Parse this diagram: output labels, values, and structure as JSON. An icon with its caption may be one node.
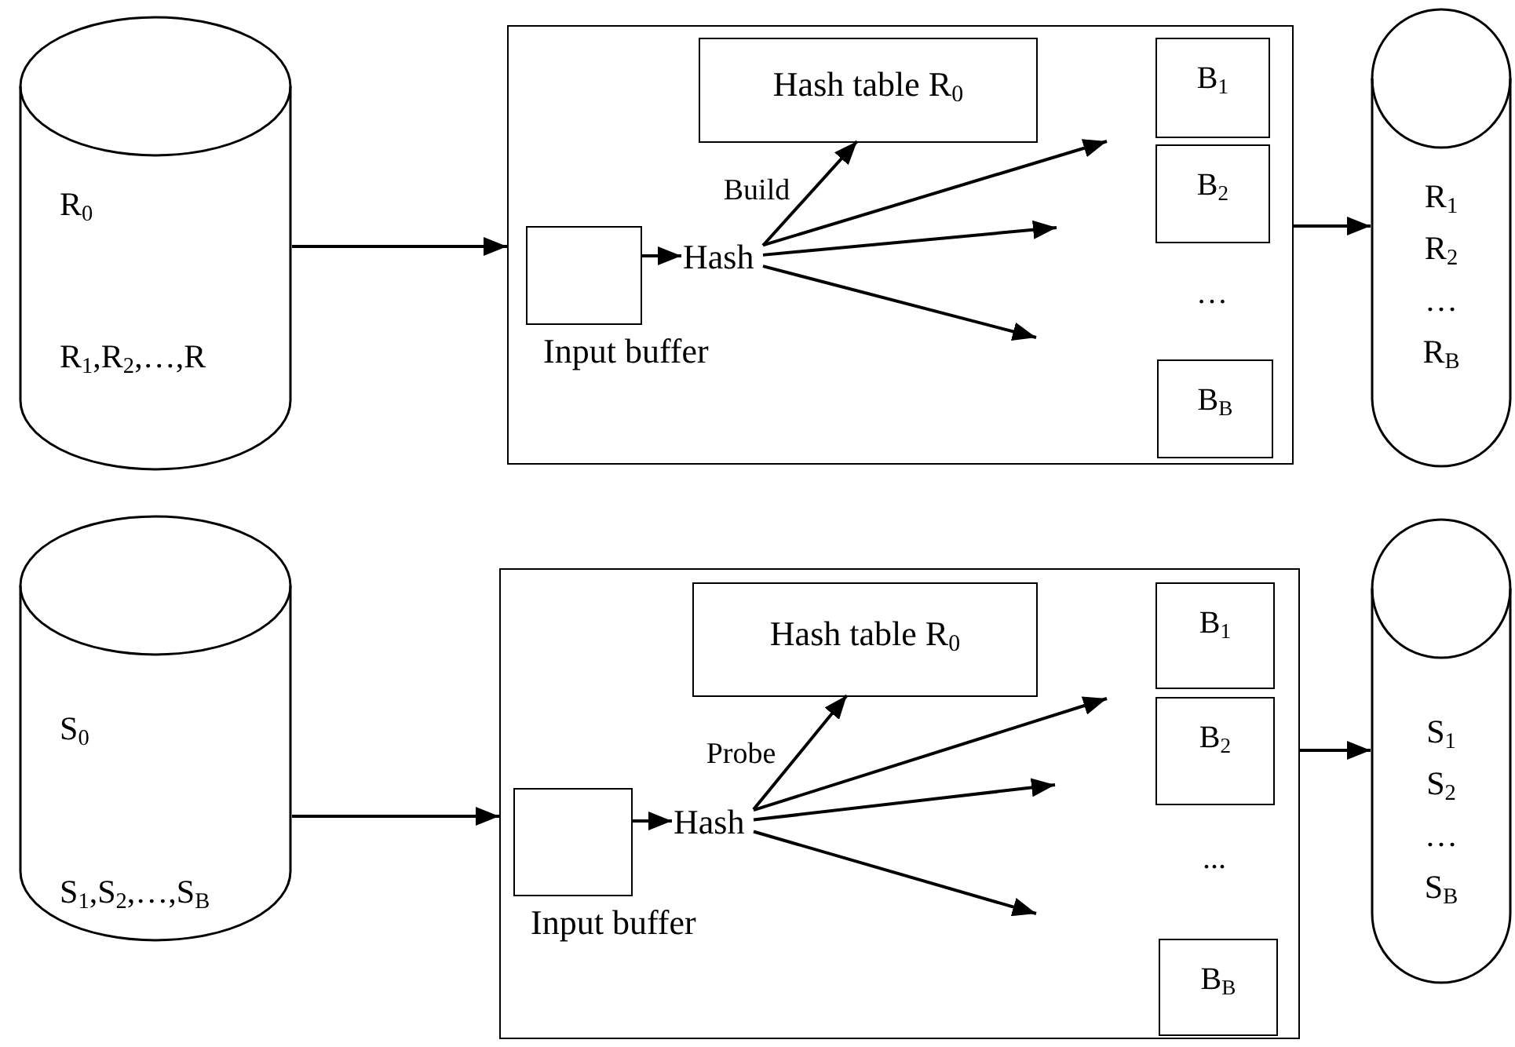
{
  "diagram": {
    "nodes": [
      {
        "text": [
          "R$_{0}$",
          "R$_{1}$,R$_{2}$,…,R"
        ]
      },
      {
        "text": [],
        "shape": "box"
      },
      {
        "text": [
          "Hash table R$_{0}$"
        ],
        "in": 1
      },
      {
        "text": [
          "B$_{1}$"
        ],
        "in": 1
      },
      {
        "text": [
          "B$_{2}$"
        ],
        "in": 1
      },
      {
        "text": [
          "B$_{B}$"
        ],
        "in": 1
      },
      {
        "text": [],
        "shape": "box",
        "in": 1,
        "beside": [
          "Input buffer"
        ]
      },
      {
        "text": [
          "Hash"
        ],
        "in": 1
      },
      {
        "text": [
          "R$_{1}$",
          "R$_{2}$",
          "…",
          "R$_{B}$"
        ]
      },
      {
        "text": [
          "S$_{0}$",
          "S$_{1}$,S$_{2}$,…,S$_{B}$"
        ]
      },
      {
        "text": [],
        "shape": "box"
      },
      {
        "text": [
          "Hash table R$_{0}$"
        ],
        "in": 10
      },
      {
        "text": [
          "B$_{1}$"
        ],
        "in": 10
      },
      {
        "text": [
          "B$_{2}$"
        ],
        "in": 10
      },
      {
        "text": [
          "B$_{B}$"
        ],
        "in": 10
      },
      {
        "text": [],
        "shape": "box",
        "in": 10,
        "beside": [
          "Input buffer"
        ]
      },
      {
        "text": [
          "Hash"
        ],
        "in": 10
      },
      {
        "text": [
          "S$_{1}$",
          "S$_{2}$",
          "…",
          "S$_{B}$"
        ]
      }
    ],
    "edges": [
      {
        "from": 0,
        "to": 1,
        "arrow": "to"
      },
      {
        "from": 6,
        "to": 7,
        "arrow": "to"
      },
      {
        "from": 7,
        "to": 2,
        "arrow": "to",
        "label": "Build"
      },
      {
        "from": 7,
        "to": null,
        "arrow": "to"
      },
      {
        "from": 7,
        "to": null,
        "arrow": "to"
      },
      {
        "from": 7,
        "to": null,
        "arrow": "to"
      },
      {
        "from": 1,
        "to": 8,
        "arrow": "to"
      },
      {
        "from": 9,
        "to": 10,
        "arrow": "to"
      },
      {
        "from": 15,
        "to": 16,
        "arrow": "to"
      },
      {
        "from": 16,
        "to": 11,
        "arrow": "to",
        "label": "Probe"
      },
      {
        "from": 16,
        "to": null,
        "arrow": "to"
      },
      {
        "from": 16,
        "to": null,
        "arrow": "to"
      },
      {
        "from": 16,
        "to": null,
        "arrow": "to"
      },
      {
        "from": 10,
        "to": 17,
        "arrow": "to"
      }
    ],
    "labels": [
      "…",
      "..."
    ]
  }
}
